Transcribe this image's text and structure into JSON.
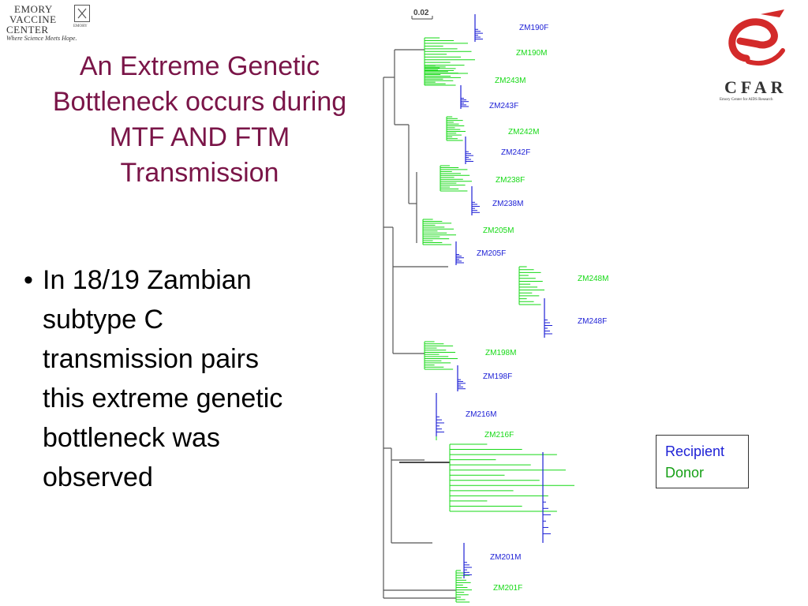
{
  "logos": {
    "emory": {
      "line1": "EMORY",
      "line2": "VACCINE",
      "line3": "CENTER",
      "tagline": "Where Science Meets Hope.",
      "shield_caption": "EMORY"
    },
    "cfar": {
      "name": "CFAR",
      "subtitle": "Emory Center for AIDS Research",
      "accent": "#d32a2a"
    }
  },
  "slide": {
    "title_lines": [
      "An Extreme Genetic",
      "Bottleneck occurs during",
      "MTF AND FTM",
      "Transmission"
    ],
    "bullet_lines": [
      "In 18/19 Zambian",
      "subtype C",
      "transmission pairs",
      "this extreme genetic",
      "bottleneck was",
      "observed"
    ]
  },
  "tree": {
    "scale_label": "0.02",
    "colors": {
      "recipient": "#1f22d6",
      "donor": "#16d916",
      "backbone": "#555555"
    },
    "labels": [
      {
        "text": "ZM190F",
        "role": "recipient"
      },
      {
        "text": "ZM190M",
        "role": "donor"
      },
      {
        "text": "ZM243M",
        "role": "donor"
      },
      {
        "text": "ZM243F",
        "role": "recipient"
      },
      {
        "text": "ZM242M",
        "role": "donor"
      },
      {
        "text": "ZM242F",
        "role": "recipient"
      },
      {
        "text": "ZM238F",
        "role": "donor"
      },
      {
        "text": "ZM238M",
        "role": "recipient"
      },
      {
        "text": "ZM205M",
        "role": "donor"
      },
      {
        "text": "ZM205F",
        "role": "recipient"
      },
      {
        "text": "ZM248M",
        "role": "donor"
      },
      {
        "text": "ZM248F",
        "role": "recipient"
      },
      {
        "text": "ZM198M",
        "role": "donor"
      },
      {
        "text": "ZM198F",
        "role": "recipient"
      },
      {
        "text": "ZM216M",
        "role": "recipient"
      },
      {
        "text": "ZM216F",
        "role": "donor"
      },
      {
        "text": "ZM201M",
        "role": "recipient"
      },
      {
        "text": "ZM201F",
        "role": "donor"
      }
    ]
  },
  "legend": {
    "recipient": "Recipient",
    "donor": "Donor"
  }
}
